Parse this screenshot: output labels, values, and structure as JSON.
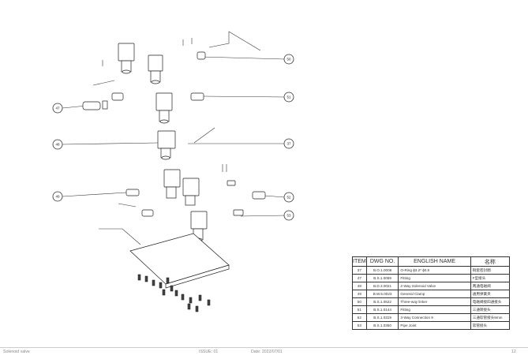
{
  "callouts": [
    "47",
    "48",
    "49",
    "50",
    "51",
    "37",
    "52",
    "53"
  ],
  "bom": {
    "headers": [
      "ITEM",
      "DWG NO.",
      "ENGLISH NAME",
      "名称"
    ],
    "rows": [
      [
        "37",
        "B.O.1.0008",
        "O-Ring ɸ3.2* ɸ0.8",
        "铜套密封圈"
      ],
      [
        "47",
        "B.S.1.0059",
        "Fitting",
        "F型接头"
      ],
      [
        "48",
        "B.D.3.0021",
        "2-Way Solenoid Valve",
        "两通电磁阀"
      ],
      [
        "49",
        "B.W.5.0023",
        "General Clamp",
        "通用弹簧夹"
      ],
      [
        "50",
        "B.S.1.0522",
        "Three-way linker",
        "电磁阀接四通接头"
      ],
      [
        "51",
        "B.S.1.0144",
        "Fitting",
        "三通转接头"
      ],
      [
        "52",
        "B.S.1.0319",
        "3-Way Connection 9",
        "三通软管接头9mm"
      ],
      [
        "53",
        "B.S.1.0350",
        "Pipe Joint",
        "软管接头"
      ]
    ]
  },
  "footer": {
    "title": "Solenoid valve",
    "issue": "ISSUE: 01",
    "date": "Date: 2022/07/01",
    "page": "12"
  }
}
